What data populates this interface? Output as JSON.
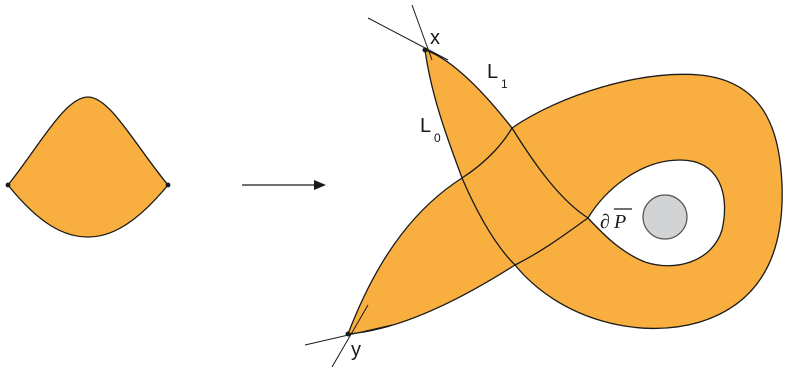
{
  "labels": {
    "x": "x",
    "y": "y",
    "l0_main": "L",
    "l0_sub": "0",
    "l1_main": "L",
    "l1_sub": "1",
    "boundary_prefix": "∂",
    "boundary_letter": "P"
  },
  "colors": {
    "fill": "#F8AF40",
    "stroke": "#1a1a1a",
    "hole": "#ffffff",
    "disk": "#D2D3D5",
    "disk_stroke": "#555555"
  }
}
